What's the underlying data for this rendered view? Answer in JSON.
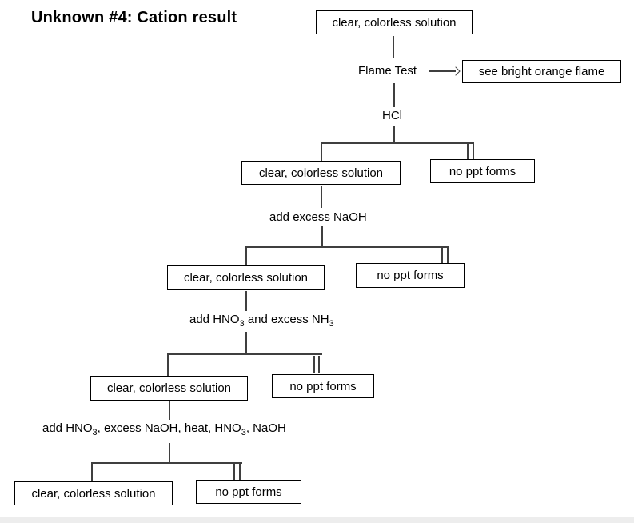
{
  "title": "Unknown #4: Cation result",
  "flowchart": {
    "start_box": "clear, colorless solution",
    "flame": {
      "label": "Flame Test",
      "result_box": "see bright orange flame"
    },
    "steps": [
      {
        "reagent": {
          "p1": "HCl"
        },
        "left_box": "clear, colorless solution",
        "right_box": "no ppt forms"
      },
      {
        "reagent": {
          "p1": "add excess NaOH"
        },
        "left_box": "clear, colorless solution",
        "right_box": "no ppt forms"
      },
      {
        "reagent": {
          "p1": "add HNO",
          "sub1": "3",
          "p2": " and excess NH",
          "sub2": "3"
        },
        "left_box": "clear, colorless solution",
        "right_box": "no ppt forms"
      },
      {
        "reagent": {
          "p1": "add HNO",
          "sub1": "3",
          "p2": ", excess NaOH, heat, HNO",
          "sub2": "3",
          "p3": ", NaOH"
        },
        "left_box": "clear, colorless solution",
        "right_box": "no ppt forms"
      }
    ]
  },
  "colors": {
    "connector": "#3f3f3f",
    "box_border": "#000000",
    "text": "#000000",
    "background": "#ffffff",
    "bottom_strip": "#ededed"
  }
}
